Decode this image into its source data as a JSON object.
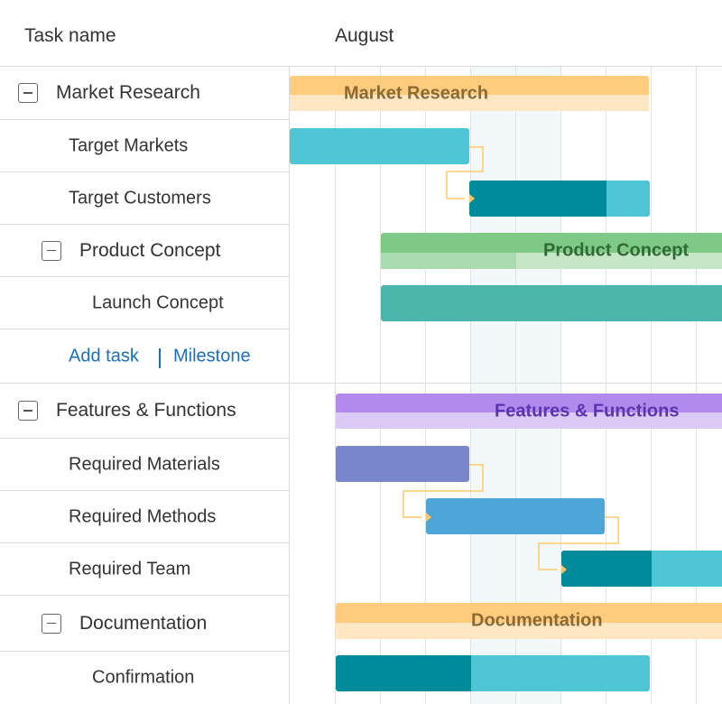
{
  "header": {
    "task_column": "Task name",
    "month": "August"
  },
  "add_row": {
    "add_task": "Add task",
    "milestone": "Milestone"
  },
  "tasks": [
    {
      "label": "Market Research",
      "type": "group"
    },
    {
      "label": "Target Markets",
      "type": "task"
    },
    {
      "label": "Target Customers",
      "type": "task"
    },
    {
      "label": "Product Concept",
      "type": "group"
    },
    {
      "label": "Launch Concept",
      "type": "task"
    },
    {
      "label": "Features & Functions",
      "type": "group"
    },
    {
      "label": "Required Materials",
      "type": "task"
    },
    {
      "label": "Required Methods",
      "type": "task"
    },
    {
      "label": "Required Team",
      "type": "task"
    },
    {
      "label": "Documentation",
      "type": "group"
    },
    {
      "label": "Confirmation",
      "type": "task"
    }
  ],
  "colors": {
    "market_research": "#ffcb7d",
    "market_research_text": "#8a6a35",
    "target": "#4fc6d6",
    "target_done": "#008b9c",
    "product_concept": "#7ec986",
    "product_concept_text": "#2f6b33",
    "launch": "#4db6ac",
    "features": "#b18aec",
    "features_text": "#5a35b0",
    "materials": "#7986cb",
    "methods": "#4ea6d8",
    "link": "#ffc96a",
    "link_text_blue": "#1a6fc4"
  }
}
